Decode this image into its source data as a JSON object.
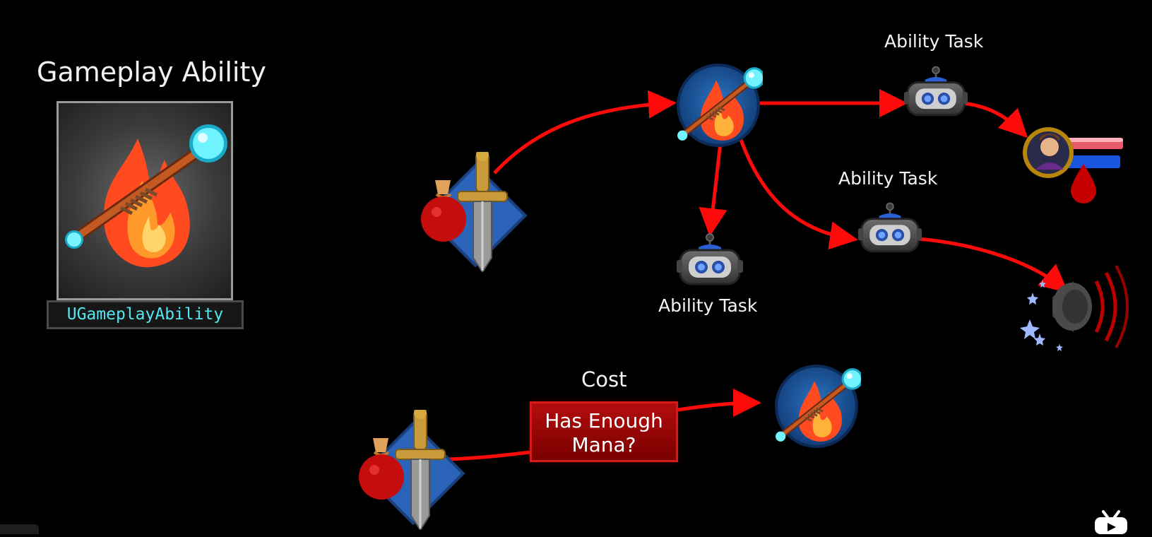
{
  "left_panel": {
    "title": "Gameplay Ability",
    "class_name": "UGameplayAbility"
  },
  "flow": {
    "task_label_top": "Ability Task",
    "task_label_mid": "Ability Task",
    "task_label_bottom": "Ability Task"
  },
  "cost_flow": {
    "cost_label": "Cost",
    "check_line1": "Has Enough",
    "check_line2": "Mana?"
  },
  "colors": {
    "arrow": "#ff0a0a",
    "ability_circle": "#1f5ea8",
    "class_text": "#54e6f0",
    "cost_box": "#9e0606"
  }
}
